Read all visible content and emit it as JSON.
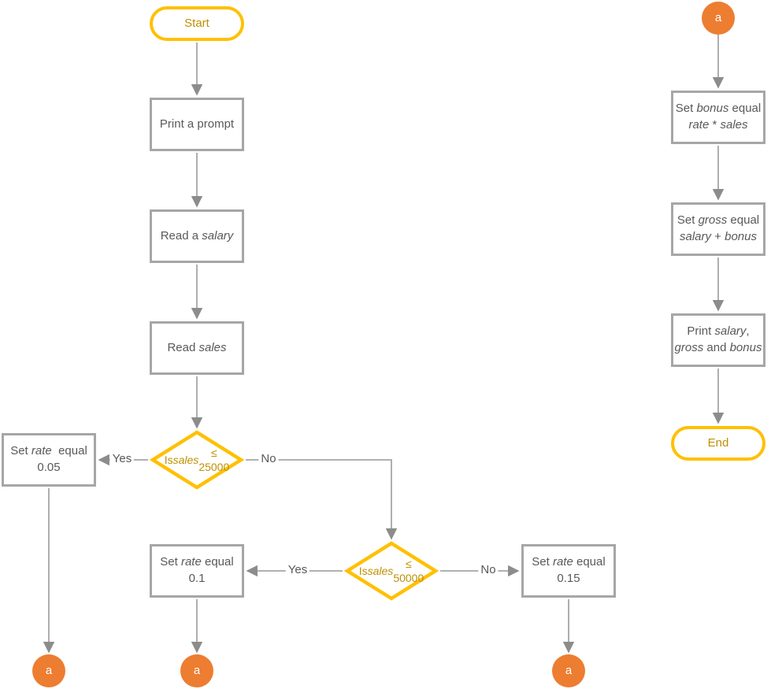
{
  "palette": {
    "gold_border": "#ffc000",
    "gold_text": "#bf9000",
    "gray_border": "#a6a6a6",
    "gray_text": "#595959",
    "arrow_line": "#a6a6a6",
    "arrow_head": "#8c8c8c",
    "connector_orange": "#ed7d31",
    "connector_text": "#ffffff",
    "background": "#ffffff"
  },
  "nodes": {
    "start": {
      "text": "Start"
    },
    "print_prompt": {
      "text": "Print a prompt"
    },
    "read_salary": {
      "text": "Read a _salary_"
    },
    "read_sales": {
      "text": "Read _sales_"
    },
    "decision_sales_25000": {
      "text": "Is _sales_ ≤\n25000"
    },
    "set_rate_0_05": {
      "text": "Set _rate_  equal\n0.05"
    },
    "decision_sales_50000": {
      "text": "Is _sales_ ≤\n50000"
    },
    "set_rate_0_1": {
      "text": "Set _rate_ equal\n0.1"
    },
    "set_rate_0_15": {
      "text": "Set _rate_ equal\n0.15"
    },
    "set_bonus": {
      "text": "Set _bonus_ equal\n_rate_ * _sales_"
    },
    "set_gross": {
      "text": "Set _gross_ equal\n_salary_ + _bonus_"
    },
    "print_results": {
      "text": "Print _salary_,\n_gross_ and _bonus_"
    },
    "end": {
      "text": "End"
    },
    "connector_a1": {
      "text": "a"
    },
    "connector_a2": {
      "text": "a"
    },
    "connector_a3": {
      "text": "a"
    },
    "connector_a4": {
      "text": "a"
    }
  },
  "edge_labels": {
    "decision1_yes": "Yes",
    "decision1_no": "No",
    "decision2_yes": "Yes",
    "decision2_no": "No"
  }
}
